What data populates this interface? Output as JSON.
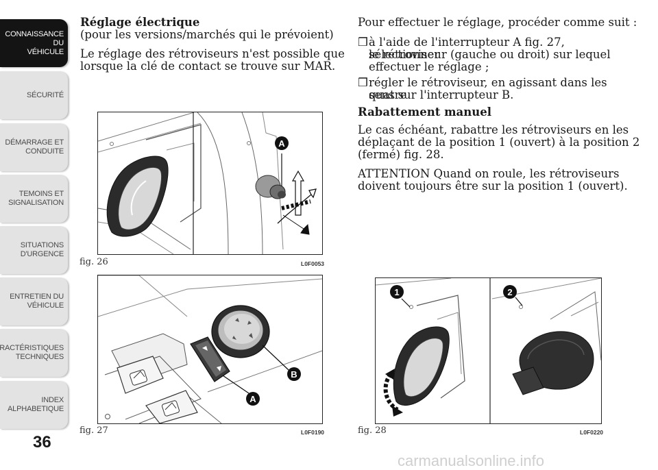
{
  "sidebar": {
    "tabs": [
      {
        "line1": "CONNAISSANCE DU",
        "line2": "VÉHICULE",
        "active": true
      },
      {
        "line1": "SÉCURITÉ",
        "line2": "",
        "active": false
      },
      {
        "line1": "DÉMARRAGE ET",
        "line2": "CONDUITE",
        "active": false
      },
      {
        "line1": "TEMOINS ET",
        "line2": "SIGNALISATION",
        "active": false
      },
      {
        "line1": "SITUATIONS",
        "line2": "D'URGENCE",
        "active": false
      },
      {
        "line1": "ENTRETIEN DU",
        "line2": "VÉHICULE",
        "active": false
      },
      {
        "line1": "CARACTÉRISTIQUES",
        "line2": "TECHNIQUES",
        "active": false
      },
      {
        "line1": "INDEX",
        "line2": "ALPHABETIQUE",
        "active": false
      }
    ],
    "page_number": "36"
  },
  "left_column": {
    "heading": "Réglage électrique",
    "subheading": "(pour les versions/marchés qui le prévoient)",
    "para1_line1": "Le réglage des rétroviseurs n'est possible que",
    "para1_line2": "lorsque la clé de contact se trouve sur MAR."
  },
  "right_column": {
    "intro": "Pour effectuer le réglage, procéder comme suit :",
    "bullet1_line1": "à l'aide de l'interrupteur A fig. 27, sélectionner",
    "bullet1_line2": "le rétroviseur (gauche ou droit) sur lequel",
    "bullet1_line3": "effectuer le réglage ;",
    "bullet2_line1": "régler le rétroviseur, en agissant dans les quatre",
    "bullet2_line2": "sens sur l'interrupteur B.",
    "bullet_mark": "❒",
    "heading2": "Rabattement manuel",
    "para2_line1": "Le cas échéant, rabattre les rétroviseurs en les",
    "para2_line2": "déplaçant de la position 1 (ouvert) à la position 2",
    "para2_line3": "(fermé) fig. 28.",
    "para3_line1": "ATTENTION Quand on roule, les rétroviseurs",
    "para3_line2": "doivent toujours être sur la position 1 (ouvert)."
  },
  "figures": {
    "fig26": {
      "caption": "fig. 26",
      "code": "L0F0053",
      "label_a": "A"
    },
    "fig27": {
      "caption": "fig. 27",
      "code": "L0F0190",
      "label_a": "A",
      "label_b": "B"
    },
    "fig28": {
      "caption": "fig. 28",
      "code": "L0F0220",
      "label_1": "1",
      "label_2": "2"
    }
  },
  "watermark": "carmanualsonline.info"
}
